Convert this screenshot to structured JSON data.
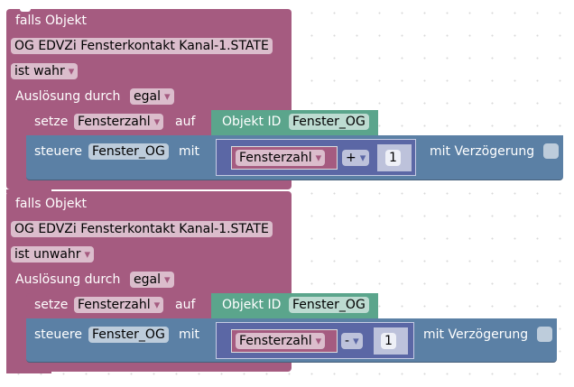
{
  "workspace": {
    "blocks": [
      {
        "type": "event-trigger",
        "header": "falls Objekt",
        "object": "OG EDVZi Fensterkontakt Kanal-1.STATE",
        "condition": "ist wahr",
        "trigger_label": "Auslösung durch",
        "trigger_value": "egal",
        "set": {
          "label": "setze",
          "variable": "Fensterzahl",
          "to_label": "auf",
          "value_block_label": "Objekt ID",
          "value_object": "Fenster_OG"
        },
        "control": {
          "label": "steuere",
          "target": "Fenster_OG",
          "with_label": "mit",
          "math": {
            "variable": "Fensterzahl",
            "operator": "+",
            "number": "1"
          },
          "delay_label": "mit Verzögerung"
        }
      },
      {
        "type": "event-trigger",
        "header": "falls Objekt",
        "object": "OG EDVZi Fensterkontakt Kanal-1.STATE",
        "condition": "ist unwahr",
        "trigger_label": "Auslösung durch",
        "trigger_value": "egal",
        "set": {
          "label": "setze",
          "variable": "Fensterzahl",
          "to_label": "auf",
          "value_block_label": "Objekt ID",
          "value_object": "Fenster_OG"
        },
        "control": {
          "label": "steuere",
          "target": "Fenster_OG",
          "with_label": "mit",
          "math": {
            "variable": "Fensterzahl",
            "operator": "-",
            "number": "1"
          },
          "delay_label": "mit Verzögerung"
        }
      }
    ]
  },
  "colors": {
    "event": "#a55b80",
    "value": "#5ba58c",
    "control": "#5b80a5",
    "math": "#5b67a5"
  }
}
